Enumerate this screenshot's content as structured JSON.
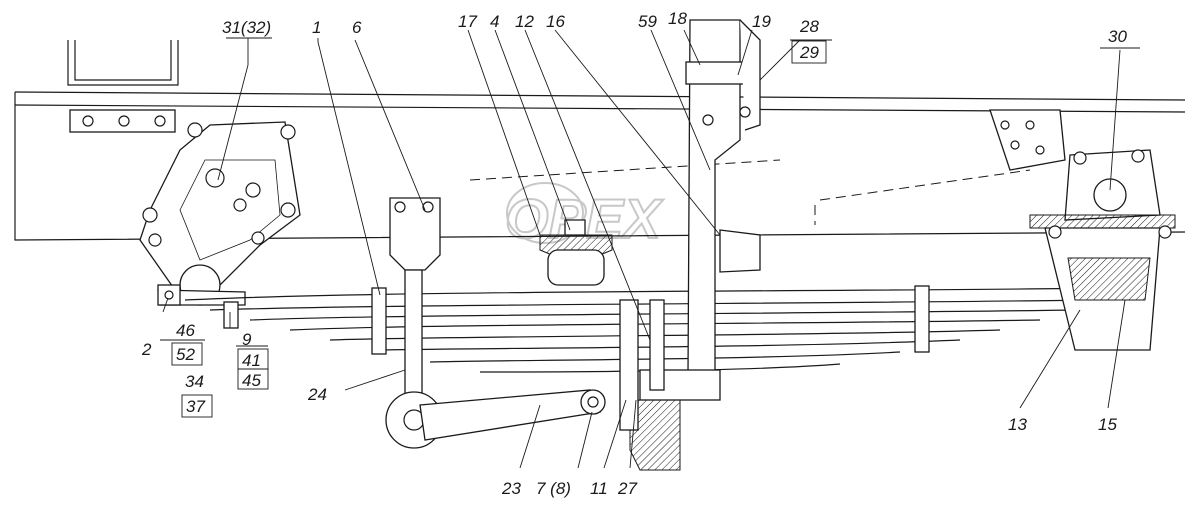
{
  "watermark": "OPEX",
  "labels": [
    {
      "id": "31-32",
      "text": "31(32)",
      "boxed": false
    },
    {
      "id": "1",
      "text": "1",
      "boxed": false
    },
    {
      "id": "6",
      "text": "6",
      "boxed": false
    },
    {
      "id": "17",
      "text": "17",
      "boxed": false
    },
    {
      "id": "4",
      "text": "4",
      "boxed": false
    },
    {
      "id": "12",
      "text": "12",
      "boxed": false
    },
    {
      "id": "16",
      "text": "16",
      "boxed": false
    },
    {
      "id": "59",
      "text": "59",
      "boxed": false
    },
    {
      "id": "18",
      "text": "18",
      "boxed": false
    },
    {
      "id": "19",
      "text": "19",
      "boxed": false
    },
    {
      "id": "28",
      "text": "28",
      "boxed": false
    },
    {
      "id": "29",
      "text": "29",
      "boxed": true
    },
    {
      "id": "30",
      "text": "30",
      "boxed": false
    },
    {
      "id": "2",
      "text": "2",
      "boxed": false
    },
    {
      "id": "46",
      "text": "46",
      "boxed": false
    },
    {
      "id": "52",
      "text": "52",
      "boxed": true
    },
    {
      "id": "34",
      "text": "34",
      "boxed": false
    },
    {
      "id": "37",
      "text": "37",
      "boxed": true
    },
    {
      "id": "9",
      "text": "9",
      "boxed": false
    },
    {
      "id": "41",
      "text": "41",
      "boxed": true
    },
    {
      "id": "45",
      "text": "45",
      "boxed": true
    },
    {
      "id": "24",
      "text": "24",
      "boxed": false
    },
    {
      "id": "23",
      "text": "23",
      "boxed": false
    },
    {
      "id": "7-8",
      "text": "7 (8)",
      "boxed": false
    },
    {
      "id": "11",
      "text": "11",
      "boxed": false
    },
    {
      "id": "27",
      "text": "27",
      "boxed": false
    },
    {
      "id": "13",
      "text": "13",
      "boxed": false
    },
    {
      "id": "15",
      "text": "15",
      "boxed": false
    }
  ]
}
